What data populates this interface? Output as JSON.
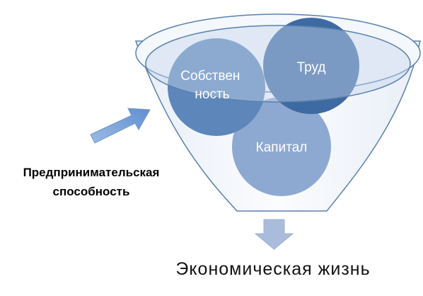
{
  "diagram": {
    "circles": [
      {
        "id": "sobstvennost",
        "lines": [
          "Собствен",
          "ность"
        ]
      },
      {
        "id": "trud",
        "lines": [
          "Труд"
        ]
      },
      {
        "id": "kapital",
        "lines": [
          "Капитал"
        ]
      }
    ],
    "side_label": {
      "line1": "Предпринимательская",
      "line2": "способность"
    },
    "bottom_label": "Экономическая жизнь"
  },
  "colors": {
    "funnel_outline": "#5a80ad",
    "funnel_body": "#f3f6fb",
    "circle_dark": "#3e6aa3",
    "circle_mid": "#5d87bb",
    "circle_light": "#8ea9d1",
    "arrow": "#7fa4d8",
    "down_arrow": "#a9bcdc"
  }
}
